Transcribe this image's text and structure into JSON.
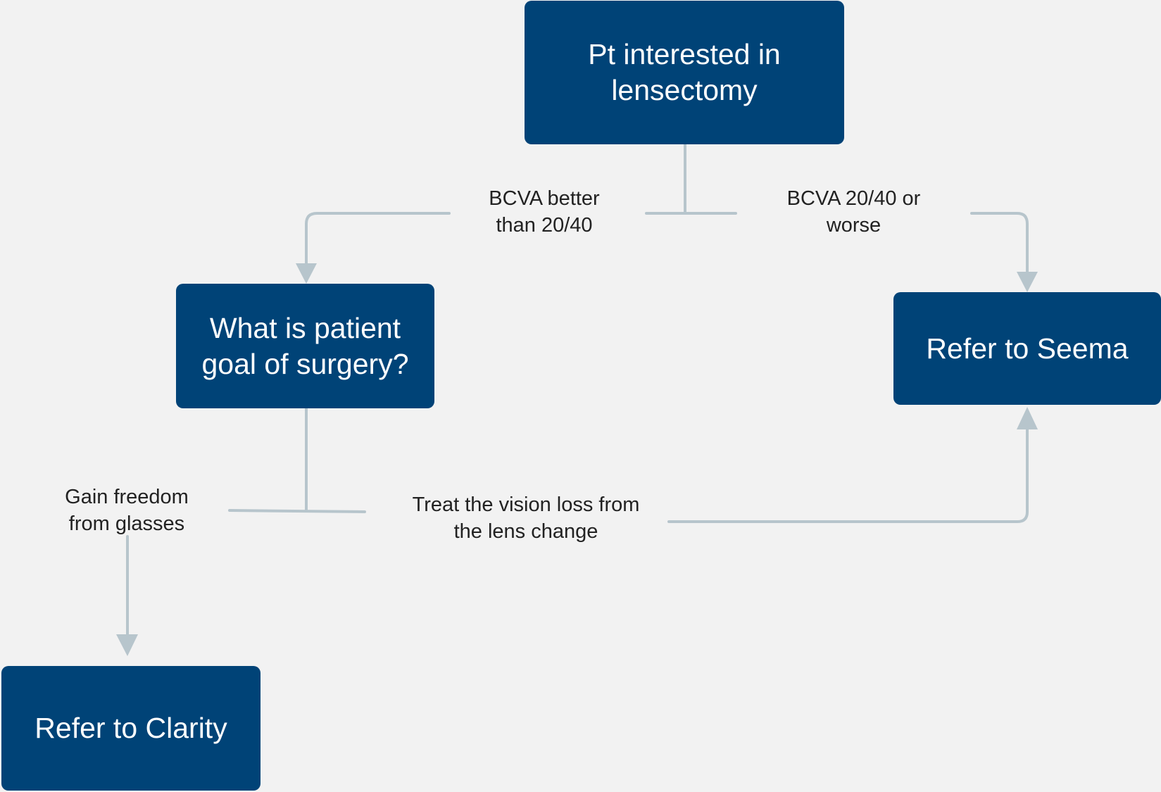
{
  "nodes": {
    "start": "Pt interested in\nlensectomy",
    "goal": "What is patient\ngoal of surgery?",
    "seema": "Refer to Seema",
    "clarity": "Refer to Clarity"
  },
  "edges": {
    "better_vision": "BCVA better\nthan 20/40",
    "worse_vision": "BCVA  20/40 or\nworse",
    "freedom": "Gain freedom\nfrom glasses",
    "treat": "Treat the vision loss from\nthe lens change"
  },
  "colors": {
    "node_fill": "#004377",
    "connector": "#b7c5cc",
    "background": "#f2f2f2"
  }
}
